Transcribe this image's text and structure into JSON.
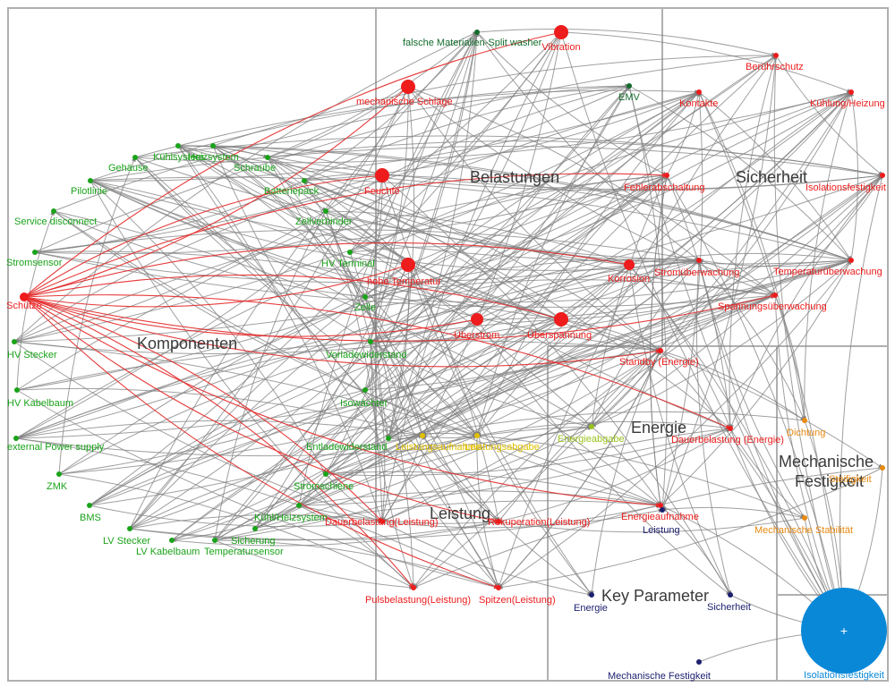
{
  "colors": {
    "green": "#1aa31a",
    "red": "#ee1c1c",
    "orange": "#e88a12",
    "yellow": "#e0c000",
    "yellowgreen": "#9ac21e",
    "navy": "#1b1f6e",
    "darkgreen": "#136b2c",
    "blue": "#0a88d8",
    "edge": "#808080",
    "edgeRed": "#e53030",
    "frame": "#b0b0b0"
  },
  "regions": {
    "komponenten": "Komponenten",
    "belastungen": "Belastungen",
    "sicherheit": "Sicherheit",
    "energie": "Energie",
    "leistung": "Leistung",
    "mech1": "Mechanische",
    "mech2": "Festigkeit",
    "key": "Key Parameter"
  },
  "hub": {
    "symbol": "+",
    "label": "Isolationsfestigkeit"
  },
  "nodes": {
    "schutze": {
      "label": "Schütze",
      "color": "red"
    },
    "kuehlsystem": {
      "label": "Kühlsystem",
      "color": "green"
    },
    "heizsystem": {
      "label": "Heizsystem",
      "color": "green"
    },
    "gehaeuse": {
      "label": "Gehäuse",
      "color": "green"
    },
    "schraube": {
      "label": "Schraube",
      "color": "green"
    },
    "pilotlinie": {
      "label": "Pilotlinie",
      "color": "green"
    },
    "batteriepack": {
      "label": "Batteriepack",
      "color": "green"
    },
    "service": {
      "label": "Service disconnect",
      "color": "green"
    },
    "zellverbinder": {
      "label": "Zellverbinder",
      "color": "green"
    },
    "stromsensor": {
      "label": "Stromsensor",
      "color": "green"
    },
    "hvterminal": {
      "label": "HV Terminal",
      "color": "green"
    },
    "zelle": {
      "label": "Zelle",
      "color": "green"
    },
    "hvstecker": {
      "label": "HV Stecker",
      "color": "green"
    },
    "vorlade": {
      "label": "Vorladewiderstand",
      "color": "green"
    },
    "hvkabel": {
      "label": "HV Kabelbaum",
      "color": "green"
    },
    "isowaechter": {
      "label": "Isowächter",
      "color": "green"
    },
    "extpower": {
      "label": "external Power supply",
      "color": "green"
    },
    "entlade": {
      "label": "Entladewiderstand",
      "color": "green"
    },
    "zmk": {
      "label": "ZMK",
      "color": "green"
    },
    "stromschiene": {
      "label": "Stromschiene",
      "color": "green"
    },
    "bms": {
      "label": "BMS",
      "color": "green"
    },
    "kuehlheiz": {
      "label": "Kühl/Heizsystem",
      "color": "green"
    },
    "lvstecker": {
      "label": "LV Stecker",
      "color": "green"
    },
    "sicherung": {
      "label": "Sicherung",
      "color": "green"
    },
    "lvkabel": {
      "label": "LV Kabelbaum",
      "color": "green"
    },
    "tempsensor": {
      "label": "Temperatursensor",
      "color": "green"
    },
    "falsche": {
      "label": "falsche Materialien-Split washer",
      "color": "darkgreen"
    },
    "emv": {
      "label": "EMV",
      "color": "darkgreen"
    },
    "vibration": {
      "label": "Vibration",
      "color": "red"
    },
    "mechschlaege": {
      "label": "mechanische Schläge",
      "color": "red"
    },
    "feuchte": {
      "label": "Feuchte",
      "color": "red"
    },
    "hohetemp": {
      "label": "hohe Temperatur",
      "color": "red"
    },
    "korrosion": {
      "label": "Korrosion",
      "color": "red"
    },
    "ueberstrom": {
      "label": "Überstrom",
      "color": "red"
    },
    "ueberspannung": {
      "label": "Überspannung",
      "color": "red"
    },
    "beruehrschutz": {
      "label": "Berührschutz",
      "color": "red"
    },
    "kontakte": {
      "label": "Kontakte",
      "color": "red"
    },
    "kuehlungheizung": {
      "label": "Kühlung/Heizung",
      "color": "red"
    },
    "fehlerabschaltung": {
      "label": "Fehlerabschaltung",
      "color": "red"
    },
    "isolationsfest": {
      "label": "Isolationsfestigkeit",
      "color": "red"
    },
    "stromueberwachung": {
      "label": "Stromüberwachung",
      "color": "red"
    },
    "tempueberwachung": {
      "label": "Temperaturüberwachung",
      "color": "red"
    },
    "spannungsueberwachung": {
      "label": "Spannungsüberwachung",
      "color": "red"
    },
    "standby": {
      "label": "Standby (Energie)",
      "color": "red"
    },
    "dauerbelastungenergie": {
      "label": "Dauerbelastung (Energie)",
      "color": "red"
    },
    "energieaufnahme": {
      "label": "Energieaufnahme",
      "color": "red"
    },
    "dauerbelastungleistung": {
      "label": "Dauerbelastung(Leistung)",
      "color": "red"
    },
    "rekuperation": {
      "label": "Rekuperation(Leistung)",
      "color": "red"
    },
    "pulsbelastung": {
      "label": "Pulsbelastung(Leistung)",
      "color": "red"
    },
    "spitzen": {
      "label": "Spitzen(Leistung)",
      "color": "red"
    },
    "energieabgabe": {
      "label": "Energieabgabe",
      "color": "yellowgreen"
    },
    "leistungsaufnahme": {
      "label": "Leistungsaufnahme",
      "color": "yellow"
    },
    "leistungsabgabe": {
      "label": "Leistungsabgabe",
      "color": "yellow"
    },
    "dichtung": {
      "label": "Dichtung",
      "color": "orange"
    },
    "steifigkeit": {
      "label": "Steifigkeit",
      "color": "orange"
    },
    "mechstab": {
      "label": "Mechanische Stabilität",
      "color": "orange"
    },
    "kp_leistung": {
      "label": "Leistung",
      "color": "navy"
    },
    "kp_energie": {
      "label": "Energie",
      "color": "navy"
    },
    "kp_sicherheit": {
      "label": "Sicherheit",
      "color": "navy"
    },
    "kp_mechfest": {
      "label": "Mechanische Festigkeit",
      "color": "navy"
    }
  }
}
